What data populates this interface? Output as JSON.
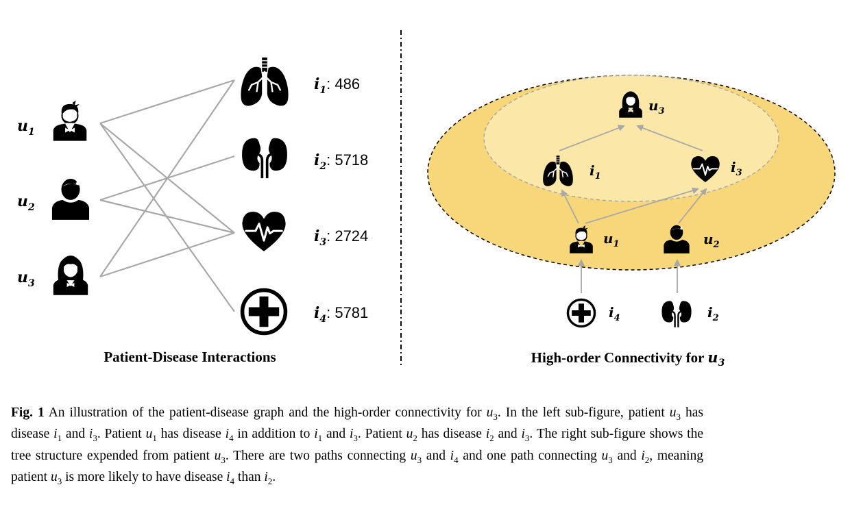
{
  "left_panel": {
    "title": "Patient-Disease Interactions",
    "patients": [
      {
        "name": "u",
        "sub": "1",
        "icon": "boy-icon"
      },
      {
        "name": "u",
        "sub": "2",
        "icon": "man-icon"
      },
      {
        "name": "u",
        "sub": "3",
        "icon": "girl-icon"
      }
    ],
    "diseases": [
      {
        "name": "i",
        "sub": "1",
        "count": ": 486",
        "icon": "lungs-icon"
      },
      {
        "name": "i",
        "sub": "2",
        "count": ": 5718",
        "icon": "kidneys-icon"
      },
      {
        "name": "i",
        "sub": "3",
        "count": ": 2724",
        "icon": "heart-icon"
      },
      {
        "name": "i",
        "sub": "4",
        "count": ": 5781",
        "icon": "medical-cross-icon"
      }
    ]
  },
  "right_panel": {
    "title": "High-order Connectivity for ",
    "title_var": "u",
    "title_sub": "3",
    "nodes": {
      "root": {
        "name": "u",
        "sub": "3"
      },
      "i1": {
        "name": "i",
        "sub": "1"
      },
      "i3": {
        "name": "i",
        "sub": "3"
      },
      "u1": {
        "name": "u",
        "sub": "1"
      },
      "u2": {
        "name": "u",
        "sub": "2"
      },
      "i4": {
        "name": "i",
        "sub": "4"
      },
      "i2": {
        "name": "i",
        "sub": "2"
      }
    }
  },
  "colors": {
    "outer_ellipse": "#f8d67a",
    "inner_ellipse": "#fbe7a8",
    "edge": "#a8a8a8",
    "icon": "#000000"
  },
  "caption": {
    "label": "Fig. 1",
    "segments": [
      {
        "t": "An illustration of the patient-disease graph and the high-order connectivity for "
      },
      {
        "m": "u",
        "s": "3"
      },
      {
        "t": ". In the left sub-figure, patient "
      },
      {
        "m": "u",
        "s": "3"
      },
      {
        "t": " has disease "
      },
      {
        "m": "i",
        "s": "1"
      },
      {
        "t": " and "
      },
      {
        "m": "i",
        "s": "3"
      },
      {
        "t": ". Patient "
      },
      {
        "m": "u",
        "s": "1"
      },
      {
        "t": " has disease "
      },
      {
        "m": "i",
        "s": "4"
      },
      {
        "t": " in addition to "
      },
      {
        "m": "i",
        "s": "1"
      },
      {
        "t": " and "
      },
      {
        "m": "i",
        "s": "3"
      },
      {
        "t": ". Patient "
      },
      {
        "m": "u",
        "s": "2"
      },
      {
        "t": " has disease "
      },
      {
        "m": "i",
        "s": "2"
      },
      {
        "t": " and "
      },
      {
        "m": "i",
        "s": "3"
      },
      {
        "t": ". The right sub-figure shows the tree structure expended from patient "
      },
      {
        "m": "u",
        "s": "3"
      },
      {
        "t": ". There are two paths connecting "
      },
      {
        "m": "u",
        "s": "3"
      },
      {
        "t": " and "
      },
      {
        "m": "i",
        "s": "4"
      },
      {
        "t": " and one path connecting "
      },
      {
        "m": "u",
        "s": "3"
      },
      {
        "t": " and "
      },
      {
        "m": "i",
        "s": "2"
      },
      {
        "t": ", meaning patient "
      },
      {
        "m": "u",
        "s": "3"
      },
      {
        "t": " is more likely to have disease "
      },
      {
        "m": "i",
        "s": "4"
      },
      {
        "t": " than "
      },
      {
        "m": "i",
        "s": "2"
      },
      {
        "t": "."
      }
    ]
  }
}
